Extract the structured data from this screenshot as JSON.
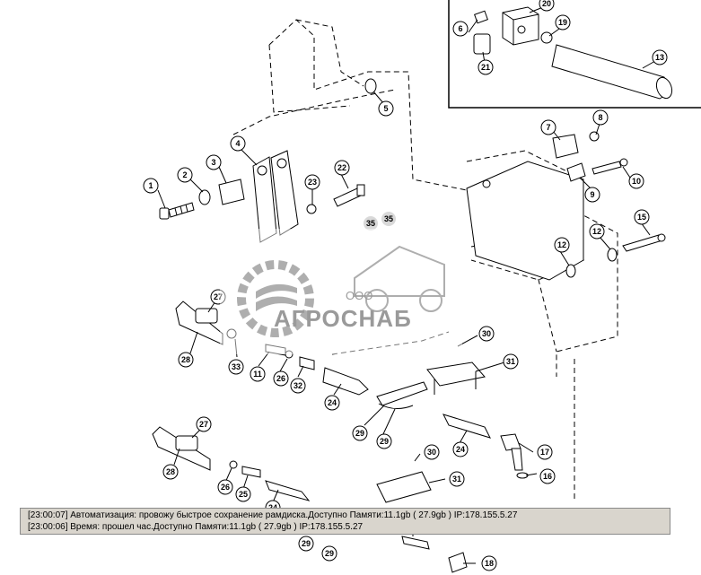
{
  "watermark": {
    "prefix": "ООО",
    "brand": "АГРОСНАБ"
  },
  "callouts": {
    "c1": "1",
    "c2": "2",
    "c3": "3",
    "c4": "4",
    "c5": "5",
    "c6": "6",
    "c7": "7",
    "c8": "8",
    "c9": "9",
    "c10": "10",
    "c11": "11",
    "c12a": "12",
    "c12b": "12",
    "c13": "13",
    "c15": "15",
    "c16": "16",
    "c17": "17",
    "c18": "18",
    "c19": "19",
    "c20": "20",
    "c21": "21",
    "c22": "22",
    "c23": "23",
    "c24a": "24",
    "c24b": "24",
    "c24c": "24",
    "c25": "25",
    "c26a": "26",
    "c26b": "26",
    "c27a": "27",
    "c27b": "27",
    "c28a": "28",
    "c28b": "28",
    "c29a": "29",
    "c29b": "29",
    "c29c": "29",
    "c29d": "29",
    "c30a": "30",
    "c30b": "30",
    "c31a": "31",
    "c31b": "31",
    "c32": "32",
    "c33": "33",
    "c35a": "35",
    "c35b": "35"
  },
  "log": {
    "line1": "[23:00:07]  Автоматизация: провожу быстрое сохранение рамдиска.Доступно Памяти:11.1gb  ( 27.9gb ) IP:178.155.5.27",
    "line2": "[23:00:06]  Время: прошел час.Доступно Памяти:11.1gb  ( 27.9gb ) IP:178.155.5.27"
  }
}
